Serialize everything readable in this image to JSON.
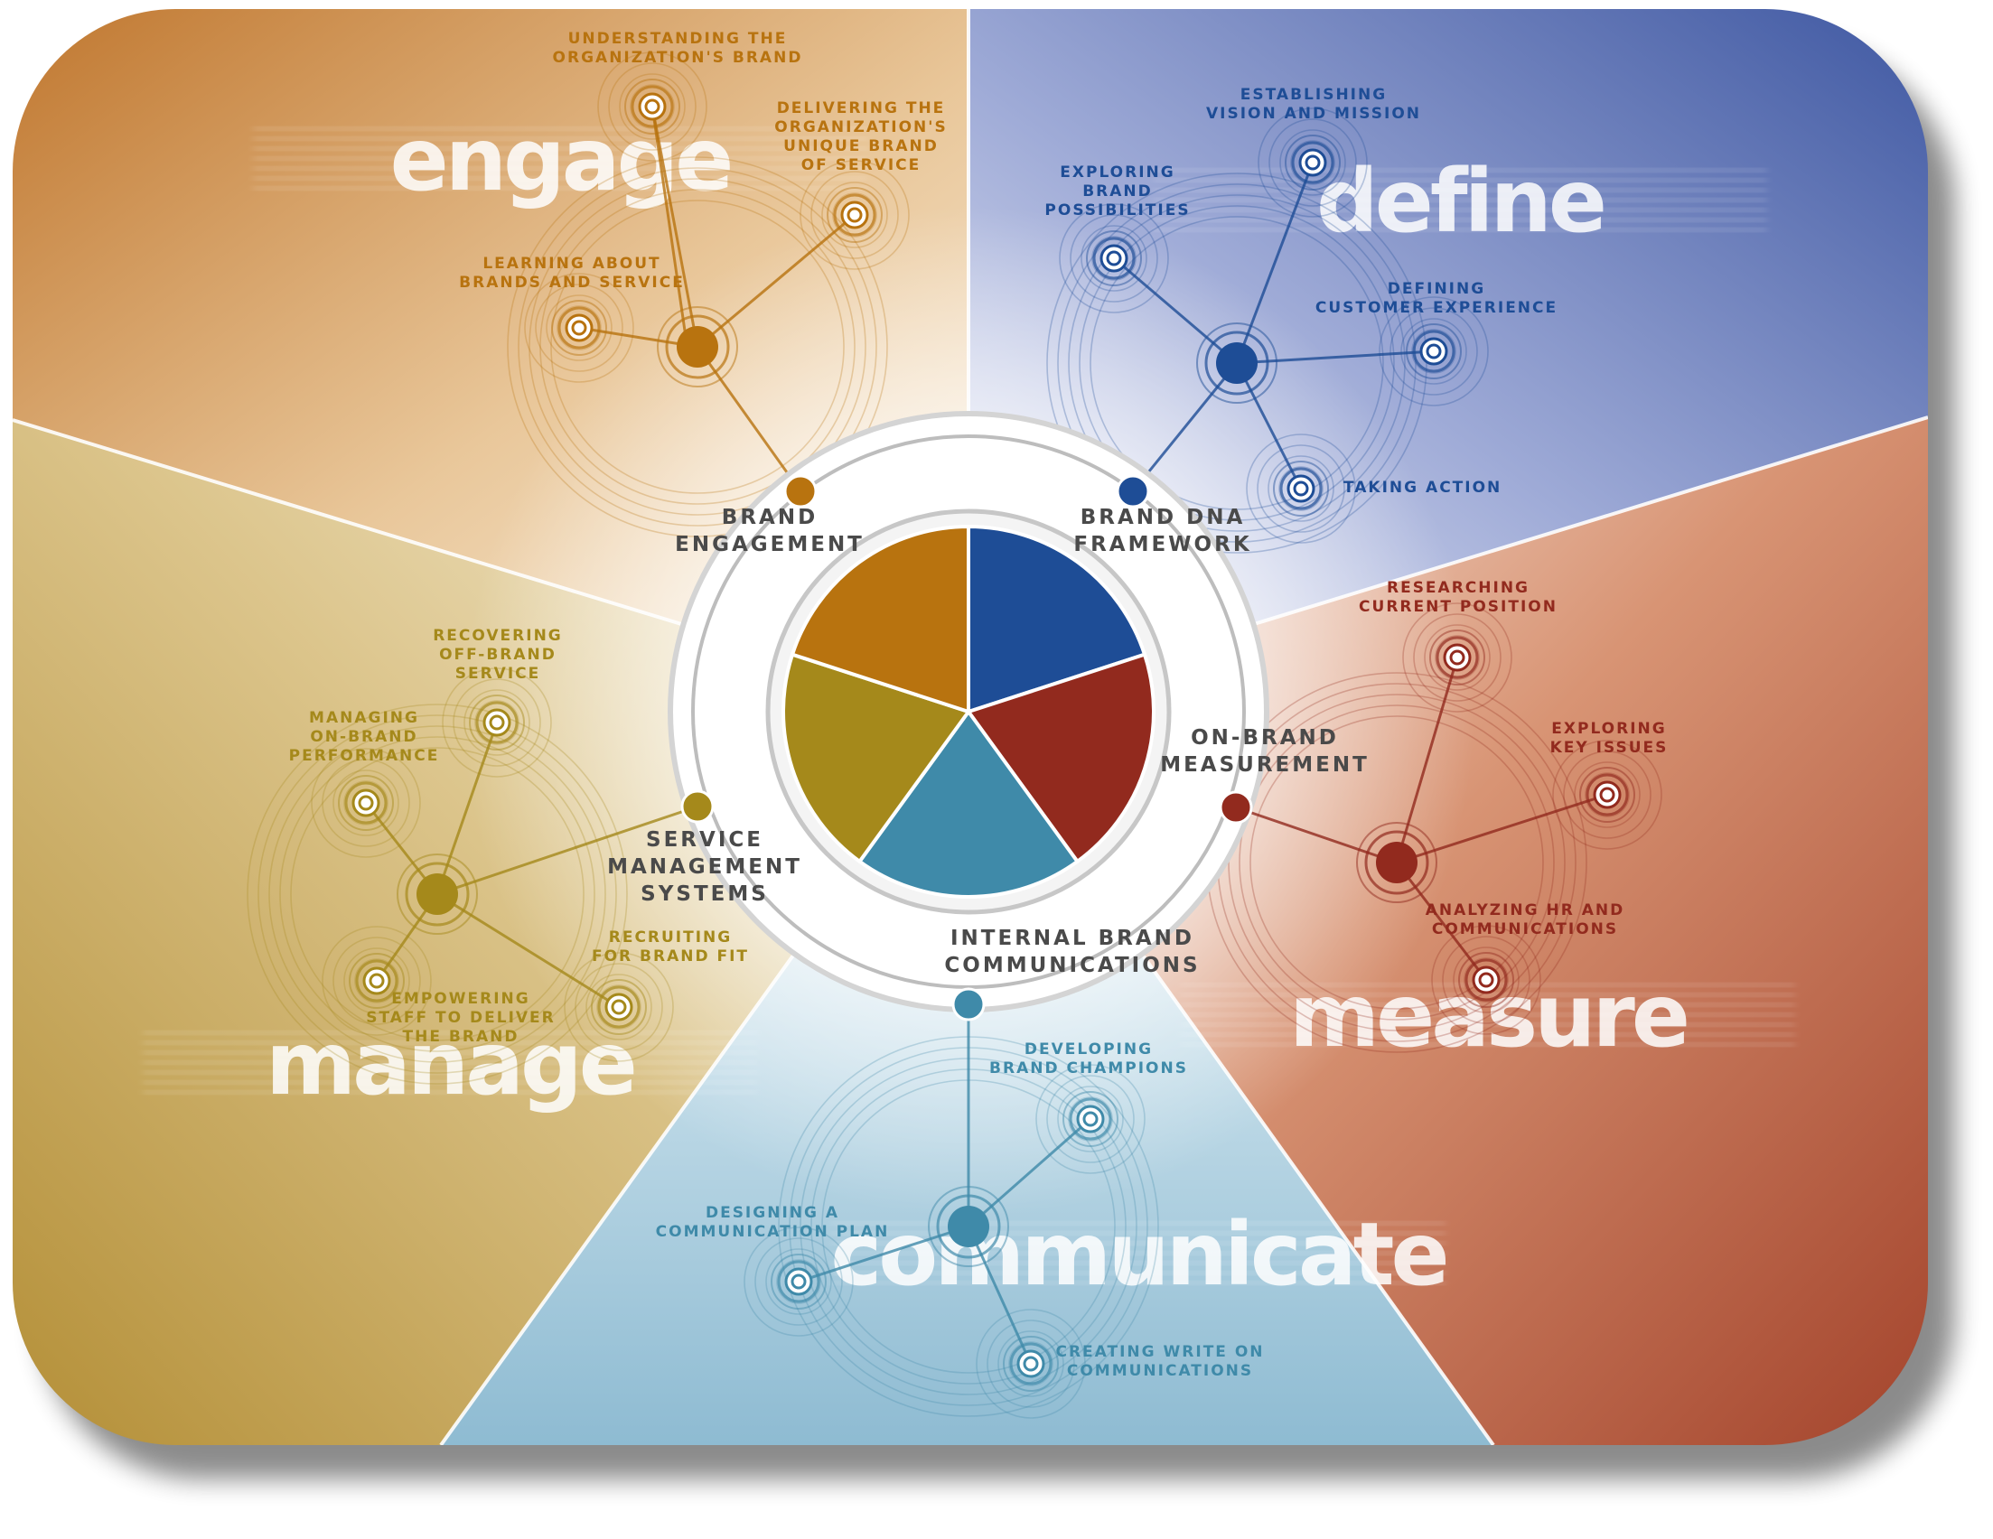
{
  "phases": {
    "engage": {
      "word": "engage",
      "color": "#b8730f",
      "hub_label": [
        "BRAND",
        "ENGAGEMENT"
      ],
      "steps": [
        {
          "lines": [
            "UNDERSTANDING THE",
            "ORGANIZATION'S BRAND"
          ]
        },
        {
          "lines": [
            "DELIVERING THE",
            "ORGANIZATION'S",
            "UNIQUE BRAND",
            "OF SERVICE"
          ]
        },
        {
          "lines": [
            "LEARNING ABOUT",
            "BRANDS AND SERVICE"
          ]
        }
      ]
    },
    "define": {
      "word": "define",
      "color": "#1e4d96",
      "hub_label": [
        "BRAND DNA",
        "FRAMEWORK"
      ],
      "steps": [
        {
          "lines": [
            "ESTABLISHING",
            "VISION AND MISSION"
          ]
        },
        {
          "lines": [
            "EXPLORING",
            "BRAND",
            "POSSIBILITIES"
          ]
        },
        {
          "lines": [
            "DEFINING",
            "CUSTOMER EXPERIENCE"
          ]
        },
        {
          "lines": [
            "TAKING ACTION"
          ]
        }
      ]
    },
    "measure": {
      "word": "measure",
      "color": "#922a1e",
      "hub_label": [
        "ON-BRAND",
        "MEASUREMENT"
      ],
      "steps": [
        {
          "lines": [
            "RESEARCHING",
            "CURRENT POSITION"
          ]
        },
        {
          "lines": [
            "EXPLORING",
            "KEY ISSUES"
          ]
        },
        {
          "lines": [
            "ANALYZING HR AND",
            "COMMUNICATIONS"
          ]
        }
      ]
    },
    "communicate": {
      "word": "communicate",
      "color": "#3f8aa9",
      "hub_label": [
        "INTERNAL BRAND",
        "COMMUNICATIONS"
      ],
      "steps": [
        {
          "lines": [
            "DEVELOPING",
            "BRAND CHAMPIONS"
          ]
        },
        {
          "lines": [
            "DESIGNING A",
            "COMMUNICATION PLAN"
          ]
        },
        {
          "lines": [
            "CREATING WRITE ON",
            "COMMUNICATIONS"
          ]
        }
      ]
    },
    "manage": {
      "word": "manage",
      "color": "#a5891b",
      "hub_label": [
        "SERVICE",
        "MANAGEMENT",
        "SYSTEMS"
      ],
      "steps": [
        {
          "lines": [
            "RECOVERING",
            "OFF-BRAND",
            "SERVICE"
          ]
        },
        {
          "lines": [
            "MANAGING",
            "ON-BRAND",
            "PERFORMANCE"
          ]
        },
        {
          "lines": [
            "RECRUITING",
            "FOR BRAND FIT"
          ]
        },
        {
          "lines": [
            "EMPOWERING",
            "STAFF TO DELIVER",
            "THE BRAND"
          ]
        }
      ]
    }
  },
  "colors": {
    "engage": "#b8730f",
    "define": "#1e4d96",
    "measure": "#922a1e",
    "communicate": "#3f8aa9",
    "manage": "#a5891b",
    "label_gray": "#4a4a4a"
  }
}
